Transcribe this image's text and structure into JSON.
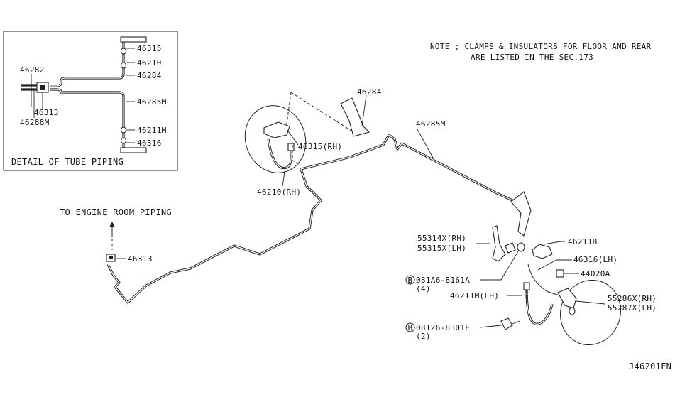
{
  "note": {
    "line1": "NOTE ; CLAMPS & INSULATORS FOR FLOOR AND REAR",
    "line2": "ARE LISTED IN THE SEC.173"
  },
  "detail_box": {
    "caption": "DETAIL OF TUBE PIPING",
    "labels": {
      "p46315": "46315",
      "p46210": "46210",
      "p46284": "46284",
      "p46282": "46282",
      "p46285M": "46285M",
      "p46313": "46313",
      "p46288M": "46288M",
      "p46211M": "46211M",
      "p46316": "46316"
    }
  },
  "engine_room": {
    "label": "TO ENGINE ROOM PIPING"
  },
  "callouts": {
    "c46313": "46313",
    "c46284": "46284",
    "c46285M": "46285M",
    "c46315RH": "46315(RH)",
    "c46210RH": "46210(RH)",
    "c55314X": "55314X(RH)",
    "c55315X": "55315X(LH)",
    "c46211B": "46211B",
    "c46316LH": "46316(LH)",
    "c44020A": "44020A",
    "c081A6": "081A6-8161A",
    "c081A6_qty": "(4)",
    "c46211MLH": "46211M(LH)",
    "c55286X": "55286X(RH)",
    "c55287X": "55287X(LH)",
    "c08126": "08126-8301E",
    "c08126_qty": "(2)",
    "bolt_symbol": "B"
  },
  "diagram_id": "J46201FN"
}
